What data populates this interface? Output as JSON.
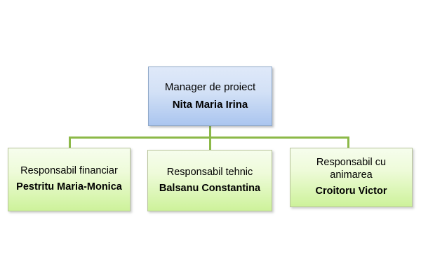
{
  "diagram": {
    "type": "organization-chart",
    "colors": {
      "connector": "#8cb948",
      "root_fill_top": "#dfe9f9",
      "root_fill_bottom": "#aac5ef",
      "root_border": "#8fa8c8",
      "child_fill_top": "#f6fded",
      "child_fill_bottom": "#cdf29a",
      "child_border": "#b7c39a",
      "text": "#000000",
      "background": "#ffffff"
    },
    "root": {
      "role": "Manager de proiect",
      "person": "Nita Maria Irina"
    },
    "children": [
      {
        "role": "Responsabil financiar",
        "person": "Pestritu Maria-Monica"
      },
      {
        "role": "Responsabil tehnic",
        "person": "Balsanu Constantina"
      },
      {
        "role": "Responsabil cu animarea",
        "person": "Croitoru Victor"
      }
    ]
  }
}
